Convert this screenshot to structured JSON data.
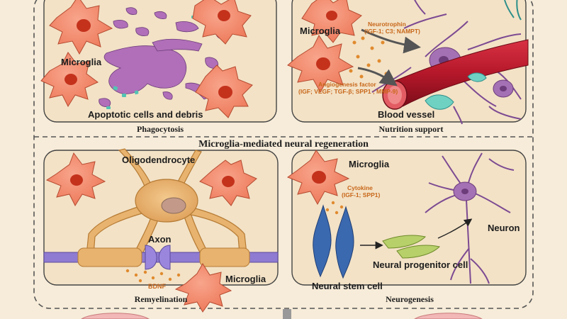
{
  "section_title": "Microglia-mediated neural regeneration",
  "panels": {
    "phagocytosis": {
      "caption": "Phagocytosis",
      "microglia_label": "Microglia",
      "debris_label": "Apoptotic cells and debris"
    },
    "nutrition": {
      "caption": "Nutrition support",
      "microglia_label": "Microglia",
      "neurotrophin_title": "Neurotrophin",
      "neurotrophin_factors": "(IGF-1; C3; NAMPT)",
      "angiogenesis_title": "Angiogenesis factor",
      "angiogenesis_factors": "(IGF; VEGF; TGF-β; SPP1 ; MMP-9)",
      "vessel_label": "Blood vessel"
    },
    "remyelination": {
      "caption": "Remyelination",
      "oligodendrocyte_label": "Oligodendrocyte",
      "axon_label": "Axon",
      "bdnf_label": "BDNF",
      "microglia_label": "Microglia"
    },
    "neurogenesis": {
      "caption": "Neurogenesis",
      "microglia_label": "Microglia",
      "cytokine_title": "Cytokine",
      "cytokine_factors": "(IGF-1; SPP1)",
      "neuron_label": "Neuron",
      "progenitor_label": "Neural progenitor cell",
      "stem_cell_label": "Neural stem cell"
    }
  },
  "colors": {
    "background": "#f7ecd9",
    "panel_fill": "#f3e2c6",
    "microglia": "#f08a6e",
    "microglia_nucleus": "#c4321c",
    "debris": "#b06fb8",
    "vessel": "#b5182a",
    "neuron": "#a571b5",
    "oligodendrocyte": "#e8b36e",
    "axon": "#8f7bd1",
    "stem_cell": "#3b69b0",
    "progenitor": "#b7d06a",
    "factor_text": "#c8671a"
  }
}
